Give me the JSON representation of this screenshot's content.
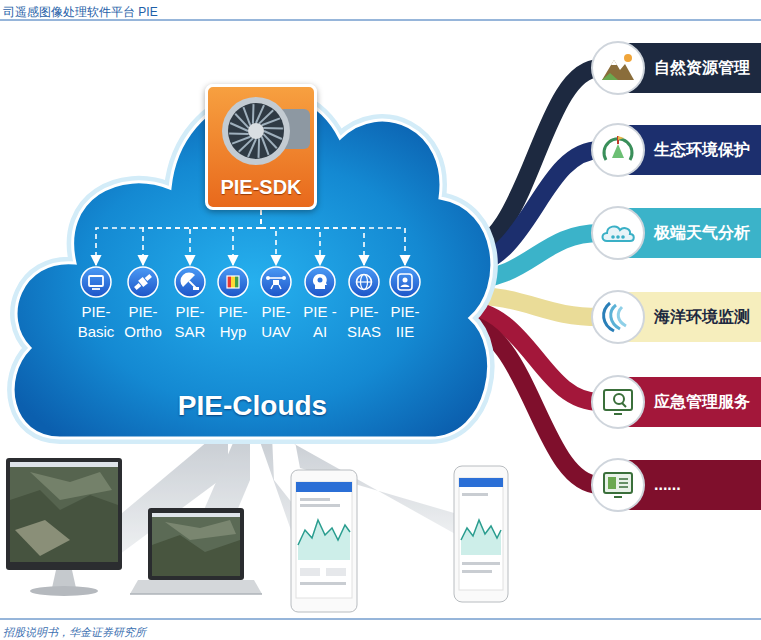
{
  "diagram": {
    "title": "司遥感图像处理软件平台 PIE",
    "caption": "招股说明书，华金证券研究所",
    "nodes": [
      {
        "text": [
          "PIE-Clouds"
        ]
      },
      {
        "text": [
          "PIE-SDK"
        ],
        "in": 0
      },
      {
        "text": [
          "PIE- Basic"
        ],
        "in": 0
      },
      {
        "text": [
          "PIE- Ortho"
        ],
        "in": 0
      },
      {
        "text": [
          "PIE- SAR"
        ],
        "in": 0
      },
      {
        "text": [
          "PIE- Hyp"
        ],
        "in": 0
      },
      {
        "text": [
          "PIE- UAV"
        ],
        "in": 0
      },
      {
        "text": [
          "PIE -AI"
        ],
        "in": 0
      },
      {
        "text": [
          "PIE- SIAS"
        ],
        "in": 0
      },
      {
        "text": [
          "PIE- IIE"
        ],
        "in": 0
      },
      {
        "text": [
          "自然资源管理"
        ]
      },
      {
        "text": [
          "生态环境保护"
        ]
      },
      {
        "text": [
          "极端天气分析"
        ]
      },
      {
        "text": [
          "海洋环境监测"
        ]
      },
      {
        "text": [
          "应急管理服务"
        ]
      },
      {
        "text": [
          "......"
        ]
      }
    ],
    "edges": [
      {
        "from": 1,
        "to": 2,
        "arrow": "to"
      },
      {
        "from": 1,
        "to": 3,
        "arrow": "to"
      },
      {
        "from": 1,
        "to": 4,
        "arrow": "to"
      },
      {
        "from": 1,
        "to": 5,
        "arrow": "to"
      },
      {
        "from": 1,
        "to": 6,
        "arrow": "to"
      },
      {
        "from": 1,
        "to": 7,
        "arrow": "to"
      },
      {
        "from": 1,
        "to": 8,
        "arrow": "to"
      },
      {
        "from": 1,
        "to": 9,
        "arrow": "to"
      },
      {
        "from": 0,
        "to": 10,
        "arrow": "none"
      },
      {
        "from": 0,
        "to": 11,
        "arrow": "none"
      },
      {
        "from": 0,
        "to": 12,
        "arrow": "none"
      },
      {
        "from": 0,
        "to": 13,
        "arrow": "none"
      },
      {
        "from": 0,
        "to": 14,
        "arrow": "none"
      },
      {
        "from": 0,
        "to": 15,
        "arrow": "none"
      }
    ]
  }
}
